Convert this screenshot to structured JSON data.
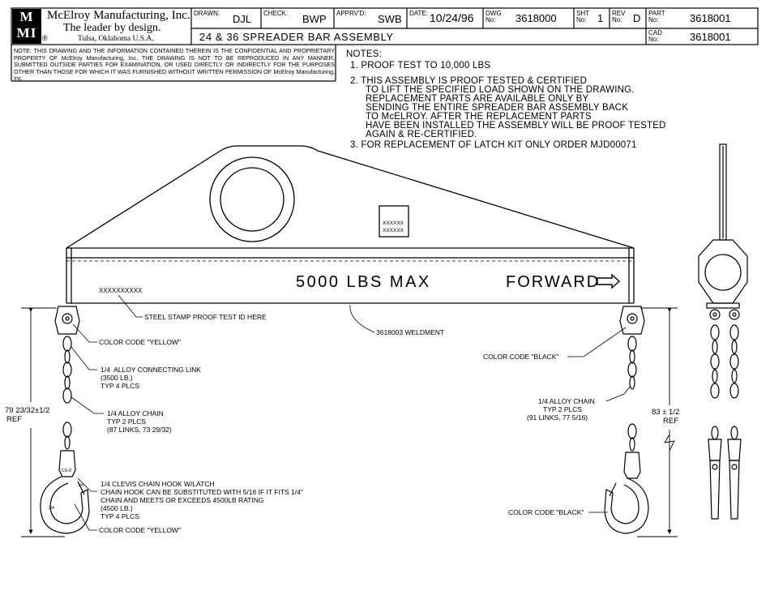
{
  "title_block": {
    "company": "McElroy Manufacturing, Inc.",
    "slogan": "The leader by design.",
    "location": "Tulsa, Oklahoma U.S.A.",
    "logo_text": "MMI",
    "registered": "®",
    "drawn_label": "DRAWN:",
    "drawn": "DJL",
    "check_label": "CHECK:",
    "check": "BWP",
    "apprvd_label": "APPRV'D:",
    "apprvd": "SWB",
    "date_label": "DATE:",
    "date": "10/24/96",
    "dwg_label": "DWG No:",
    "dwg": "3618000",
    "sht_label": "SHT No:",
    "sht": "1",
    "rev_label": "REV No:",
    "rev": "D",
    "part_label": "PART No:",
    "part": "3618001",
    "cad_label": "CAD No:",
    "cad": "3618001",
    "drawing_title": "24 & 36 SPREADER BAR ASSEMBLY"
  },
  "confidential_note": "NOTE: THIS DRAWING AND THE INFORMATION CONTAINED THEREIN IS THE CONFIDENTIAL AND PROPRIETARY PROPERTY OF McElroy Manufacturing, Inc. THE DRAWING IS NOT TO BE REPRODUCED IN ANY MANNER, SUBMITTED OUTSIDE PARTIES FOR EXAMINATION, OR USED DIRECTLY OR INDIRECTLY FOR THE PURPOSES OTHER THAN THOSE FOR WHICH IT WAS FURNISHED WITHOUT WRITTEN PERMISSION OF McElroy Manufacturing, Inc.",
  "notes": {
    "heading": "NOTES:",
    "n1": "1. PROOF TEST TO 10,000 LBS",
    "n2_1": "2. THIS ASSEMBLY IS PROOF TESTED & CERTIFIED",
    "n2_2": "TO LIFT THE SPECIFIED LOAD SHOWN ON THE DRAWING.",
    "n2_3": "REPLACEMENT PARTS ARE AVAILABLE ONLY BY",
    "n2_4": "SENDING THE ENTIRE SPREADER BAR ASSEMBLY BACK",
    "n2_5": "TO McELROY. AFTER THE REPLACEMENT PARTS",
    "n2_6": "HAVE BEEN INSTALLED THE ASSEMBLY WILL BE PROOF TESTED",
    "n2_7": "AGAIN & RE-CERTIFIED.",
    "n3": "3. FOR REPLACEMENT OF LATCH KIT ONLY ORDER MJD00071"
  },
  "bar": {
    "capacity": "5000 LBS MAX",
    "forward": "FORWARD",
    "serial": "XXXXXXXXXX",
    "plate_1": "XXXXXX",
    "plate_2": "XXXXXX"
  },
  "callouts": {
    "steel_stamp": "STEEL STAMP PROOF TEST ID HERE",
    "weldment": "3618003 WELDMENT",
    "color_yellow_1": "COLOR CODE \"YELLOW\"",
    "color_black_1": "COLOR CODE \"BLACK\"",
    "link_1": "1/4  ALLOY CONNECTING LINK",
    "link_2": "(3500 LB.)",
    "link_3": "TYP 4 PLCS",
    "chain_l_1": "1/4 ALLOY CHAIN",
    "chain_l_2": "TYP 2 PLCS",
    "chain_l_3": "(87 LINKS, 73 29/32)",
    "chain_r_1": "1/4 ALLOY CHAIN",
    "chain_r_2": "TYP 2 PLCS",
    "chain_r_3": "(91 LINKS, 77 5/16)",
    "hook_1": "1/4 CLEVIS CHAIN HOOK W/LATCH",
    "hook_2": "CHAIN HOOK CAN BE SUBSTITUTED WITH 5/16 IF IT FITS 1/4\"",
    "hook_3": "CHAIN AND MEETS OR EXCEEDS 4500LB RATING",
    "hook_4": "(4500 LB.)",
    "hook_5": "TYP 4 PLCS",
    "color_yellow_2": "COLOR CODE \"YELLOW\"",
    "color_black_2": "COLOR CODE \"BLACK\"",
    "hook_mark_1": "CG-8",
    "hook_mark_2": "1/4",
    "hook_mark_3": "3/4"
  },
  "dimensions": {
    "left": "79 23/32±1/2",
    "left_ref": "REF",
    "right": "83 ± 1/2",
    "right_ref": "REF"
  }
}
